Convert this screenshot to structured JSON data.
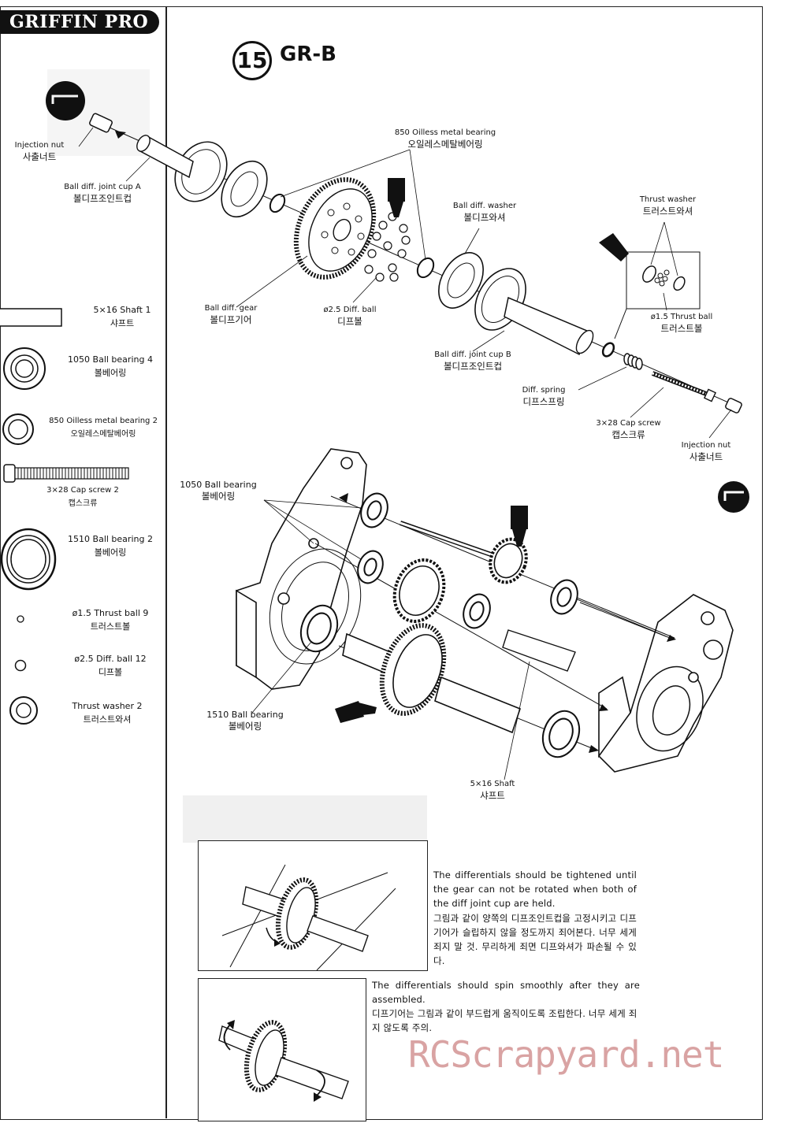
{
  "header": {
    "brand": "GRIFFIN PRO"
  },
  "step": {
    "number": "15",
    "title": "GR-B"
  },
  "parts_list": [
    {
      "name": "5×16 Shaft  1",
      "ko": "샤프트"
    },
    {
      "name": "1050 Ball bearing  4",
      "ko": "볼베어링"
    },
    {
      "name": "850 Oilless metal bearing  2",
      "ko": "오일레스메탈베어링"
    },
    {
      "name": "3×28 Cap screw  2",
      "ko": "캡스크류"
    },
    {
      "name": "1510 Ball bearing  2",
      "ko": "볼베어링"
    },
    {
      "name": "ø1.5 Thrust ball 9",
      "ko": "트러스트볼"
    },
    {
      "name": "ø2.5 Diff. ball  12",
      "ko": "디프볼"
    },
    {
      "name": "Thrust washer  2",
      "ko": "트러스트와셔"
    }
  ],
  "diff_labels": {
    "injection_nut_left": {
      "en": "Injection nut",
      "ko": "사출너트"
    },
    "joint_cup_a": {
      "en": "Ball diff. joint cup A",
      "ko": "볼디프조인트컵"
    },
    "oilless_bearing": {
      "en": "850 Oilless metal bearing",
      "ko": "오일레스메탈베어링"
    },
    "diff_washer": {
      "en": "Ball diff. washer",
      "ko": "볼디프와셔"
    },
    "thrust_washer": {
      "en": "Thrust washer",
      "ko": "트러스트와셔"
    },
    "diff_gear": {
      "en": "Ball diff. gear",
      "ko": "볼디프기어"
    },
    "diff_ball": {
      "en": "ø2.5 Diff. ball",
      "ko": "디프볼"
    },
    "thrust_ball": {
      "en": "ø1.5 Thrust ball",
      "ko": "트러스트볼"
    },
    "joint_cup_b": {
      "en": "Ball diff. joint cup B",
      "ko": "볼디프조인트컵"
    },
    "diff_spring": {
      "en": "Diff. spring",
      "ko": "디프스프링"
    },
    "cap_screw": {
      "en": "3×28 Cap screw",
      "ko": "캡스크류"
    },
    "injection_nut_right": {
      "en": "Injection nut",
      "ko": "사출너트"
    }
  },
  "gearbox_labels": {
    "bearing_1050": {
      "en": "1050 Ball bearing",
      "ko": "볼베어링"
    },
    "bearing_1510": {
      "en": "1510 Ball bearing",
      "ko": "볼베어링"
    },
    "shaft": {
      "en": "5×16 Shaft",
      "ko": "샤프트"
    }
  },
  "notes": {
    "tighten_en": "The differentials should be tightened until the gear can not be rotated when both of the diff joint cup are held.",
    "tighten_ko": "그림과 같이 양쪽의 디프조인트컵을 고정시키고 디프기어가 슬립하지 않을 정도까지 죄어본다. 너무 세게 죄지 말 것. 무리하게 죄면 디프와셔가 파손될 수 있다.",
    "spin_en": "The differentials should spin smoothly after they are assembled.",
    "spin_ko": "디프기어는 그림과 같이 부드럽게 움직이도록 조립한다. 너무 세게 죄지 않도록 주의."
  },
  "watermark": "RCScrapyard.net",
  "colors": {
    "ink": "#111111",
    "watermark": "#d9a3a3"
  },
  "icons": [
    "hex-wrench-icon",
    "grease-tube-icon"
  ]
}
